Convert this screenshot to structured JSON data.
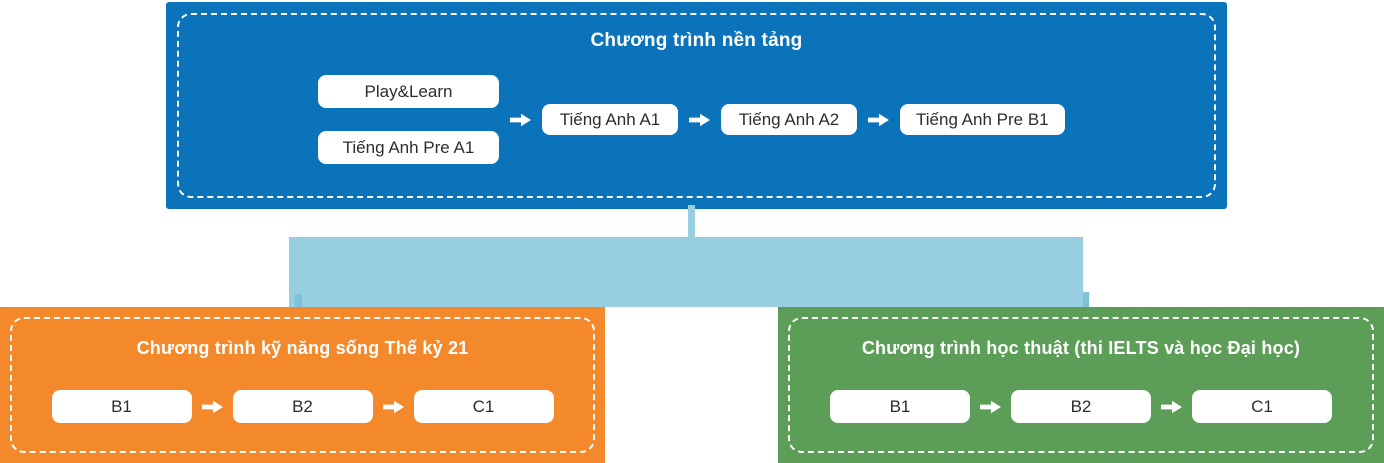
{
  "colors": {
    "panel_blue": "#0a73b9",
    "connector_blue": "#97cee0",
    "connector_tab_blue": "#7ec2d8",
    "panel_orange": "#f3892b",
    "panel_green": "#5c9e58",
    "box_text": "#2d2d2d",
    "title_text": "#ffffff"
  },
  "foundation": {
    "title": "Chương trình nền tảng",
    "entry_boxes": [
      "Play&Learn",
      "Tiếng Anh Pre A1"
    ],
    "sequence": [
      "Tiếng Anh A1",
      "Tiếng Anh A2",
      "Tiếng Anh Pre B1"
    ]
  },
  "life_skills": {
    "title": "Chương trình kỹ năng sống Thế kỷ 21",
    "levels": [
      "B1",
      "B2",
      "C1"
    ]
  },
  "academic": {
    "title": "Chương trình học thuật (thi IELTS và học Đại học)",
    "levels": [
      "B1",
      "B2",
      "C1"
    ]
  }
}
